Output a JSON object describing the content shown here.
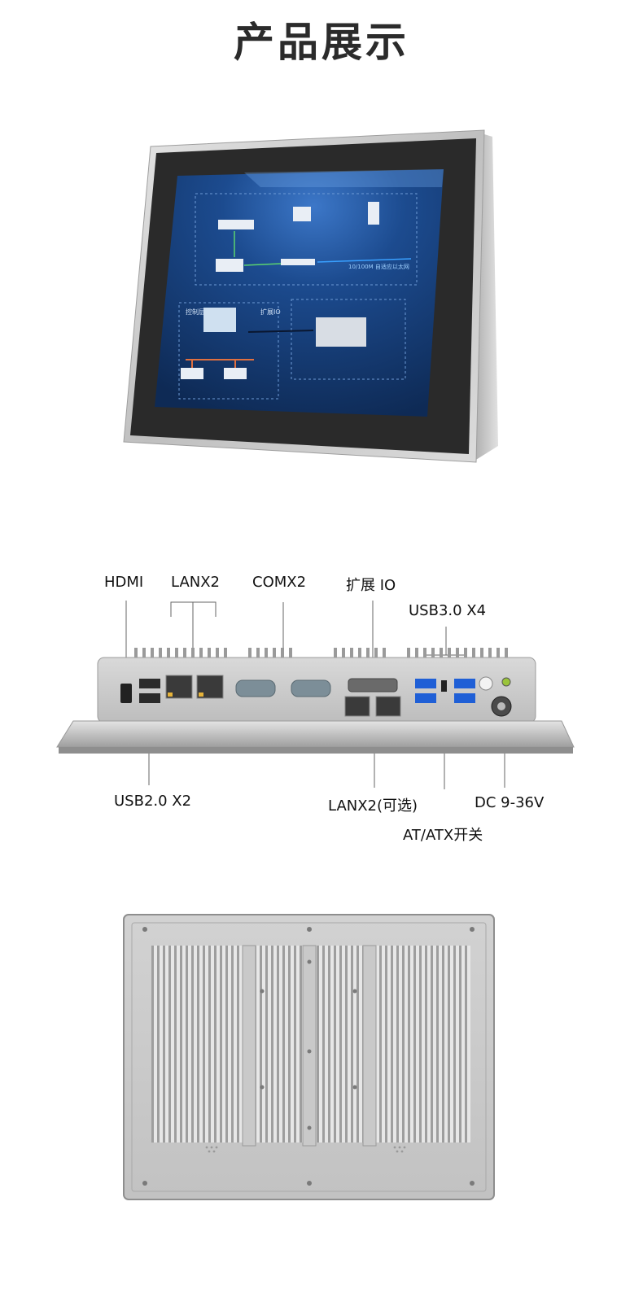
{
  "page": {
    "title": "产品展示"
  },
  "screen_labels": {
    "region": "控制层",
    "io_label": "扩展IO",
    "network_label": "10/100M 自适应以太网"
  },
  "ports": {
    "hdmi": "HDMI",
    "lan_top": "LANX2",
    "com": "COMX2",
    "expansion_io": "扩展 IO",
    "usb3": "USB3.0 X4",
    "usb2": "USB2.0 X2",
    "lan_optional": "LANX2(可选)",
    "dc": "DC 9-36V",
    "at_atx": "AT/ATX开关"
  },
  "colors": {
    "title": "#2b2b2b",
    "chassis": "#c9c9c9",
    "bezel": "#2a2a2a",
    "screen_blue": "#163e7a",
    "usb3_blue": "#1f5fd6",
    "leader_line": "#666666"
  }
}
